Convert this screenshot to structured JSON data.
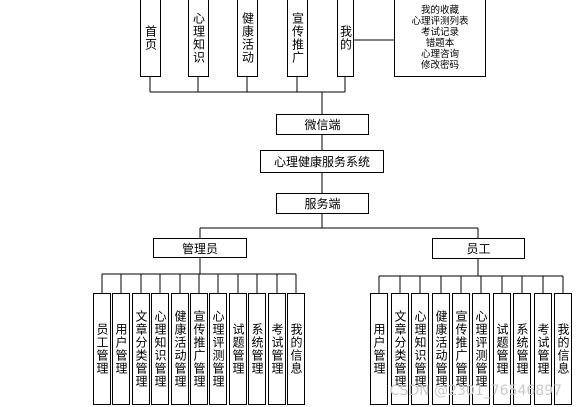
{
  "top_modules": [
    "首页",
    "心理知识",
    "健康活动",
    "宣传推广",
    "我的"
  ],
  "my_submenu": [
    "我的收藏",
    "心理评测列表",
    "考试记录",
    "错题本",
    "心理咨询",
    "修改密码"
  ],
  "client": "微信端",
  "system": "心理健康服务系统",
  "server": "服务端",
  "admin": {
    "label": "管理员",
    "modules": [
      "员工管理",
      "用户管理",
      "文章分类管理",
      "心理知识管理",
      "健康活动管理",
      "宣传推广管理",
      "心理评测管理",
      "试题管理",
      "系统管理",
      "考试管理",
      "我的信息"
    ]
  },
  "employee": {
    "label": "员工",
    "modules": [
      "用户管理",
      "文章分类管理",
      "心理知识管理",
      "健康活动管理",
      "宣传推广管理",
      "心理评测管理",
      "试题管理",
      "系统管理",
      "考试管理",
      "我的信息"
    ]
  },
  "watermark": "CSDN @2301_76546897"
}
